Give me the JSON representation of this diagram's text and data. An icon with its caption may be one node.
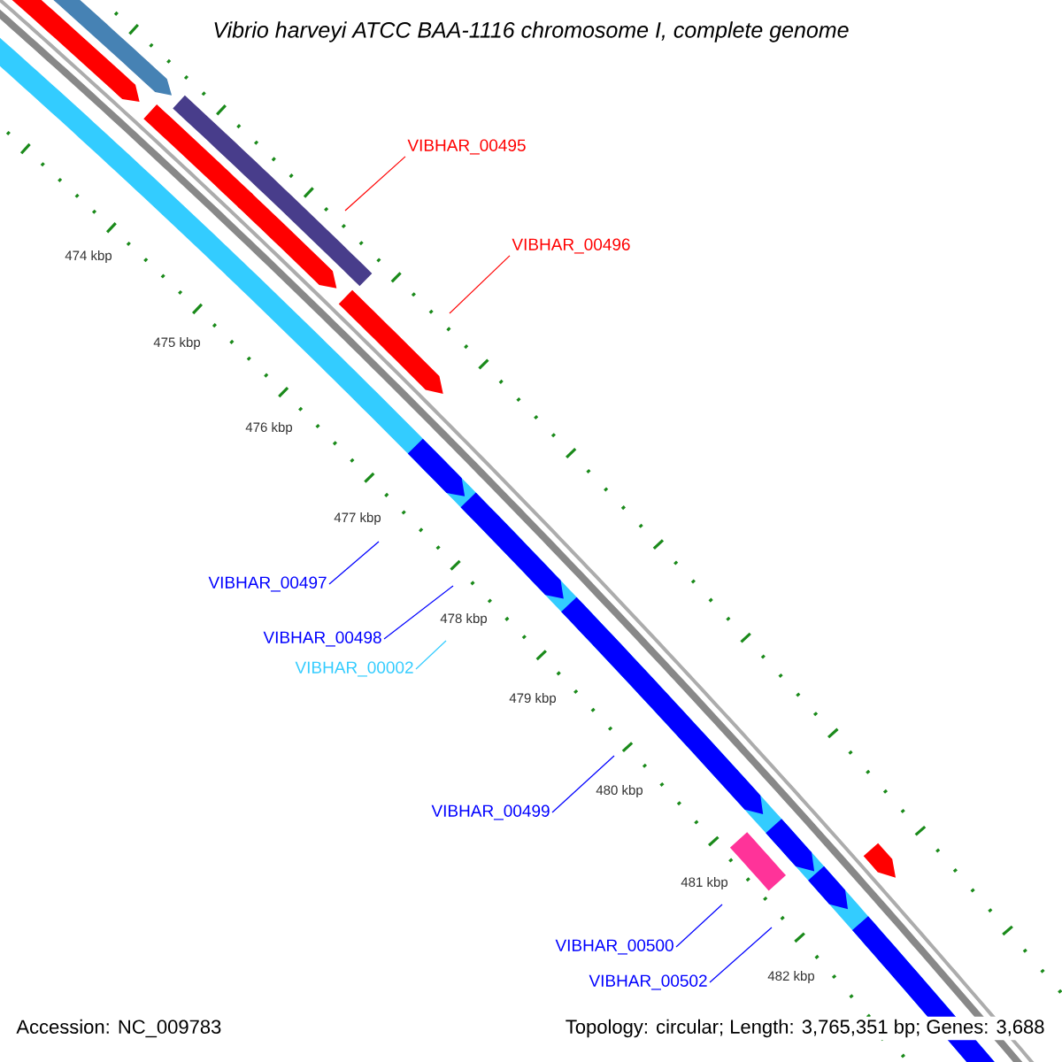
{
  "diagram": {
    "title": "Vibrio harveyi ATCC BAA-1116 chromosome I, complete genome",
    "nodes": [
      {
        "text": [
          "VIBHAR_00495"
        ]
      },
      {
        "text": [
          "VIBHAR_00496"
        ]
      },
      {
        "text": [
          "VIBHAR_00497"
        ]
      },
      {
        "text": [
          "VIBHAR_00498"
        ]
      },
      {
        "text": [
          "VIBHAR_00002"
        ]
      },
      {
        "text": [
          "VIBHAR_00499"
        ]
      },
      {
        "text": [
          "VIBHAR_00500"
        ]
      },
      {
        "text": [
          "VIBHAR_00502"
        ]
      }
    ],
    "edges": [
      {
        "from": 0,
        "to": null,
        "arrow": "none",
        "color": "#ff0000"
      },
      {
        "from": 1,
        "to": null,
        "arrow": "none",
        "color": "#ff0000"
      },
      {
        "from": 2,
        "to": null,
        "arrow": "none"
      },
      {
        "from": 3,
        "to": null,
        "arrow": "none"
      },
      {
        "from": 4,
        "to": null,
        "arrow": "none",
        "color": "#33ccff"
      },
      {
        "from": 5,
        "to": null,
        "arrow": "none"
      },
      {
        "from": 6,
        "to": null,
        "arrow": "none"
      },
      {
        "from": 7,
        "to": null,
        "arrow": "none"
      }
    ],
    "labels": [
      "474 kbp",
      "475 kbp",
      "476 kbp",
      "477 kbp",
      "478 kbp",
      "479 kbp",
      "480 kbp",
      "481 kbp",
      "482 kbp",
      "Accession: NC_009783",
      "Topology: circular; Length: 3,765,351 bp; Genes: 3,688"
    ]
  }
}
